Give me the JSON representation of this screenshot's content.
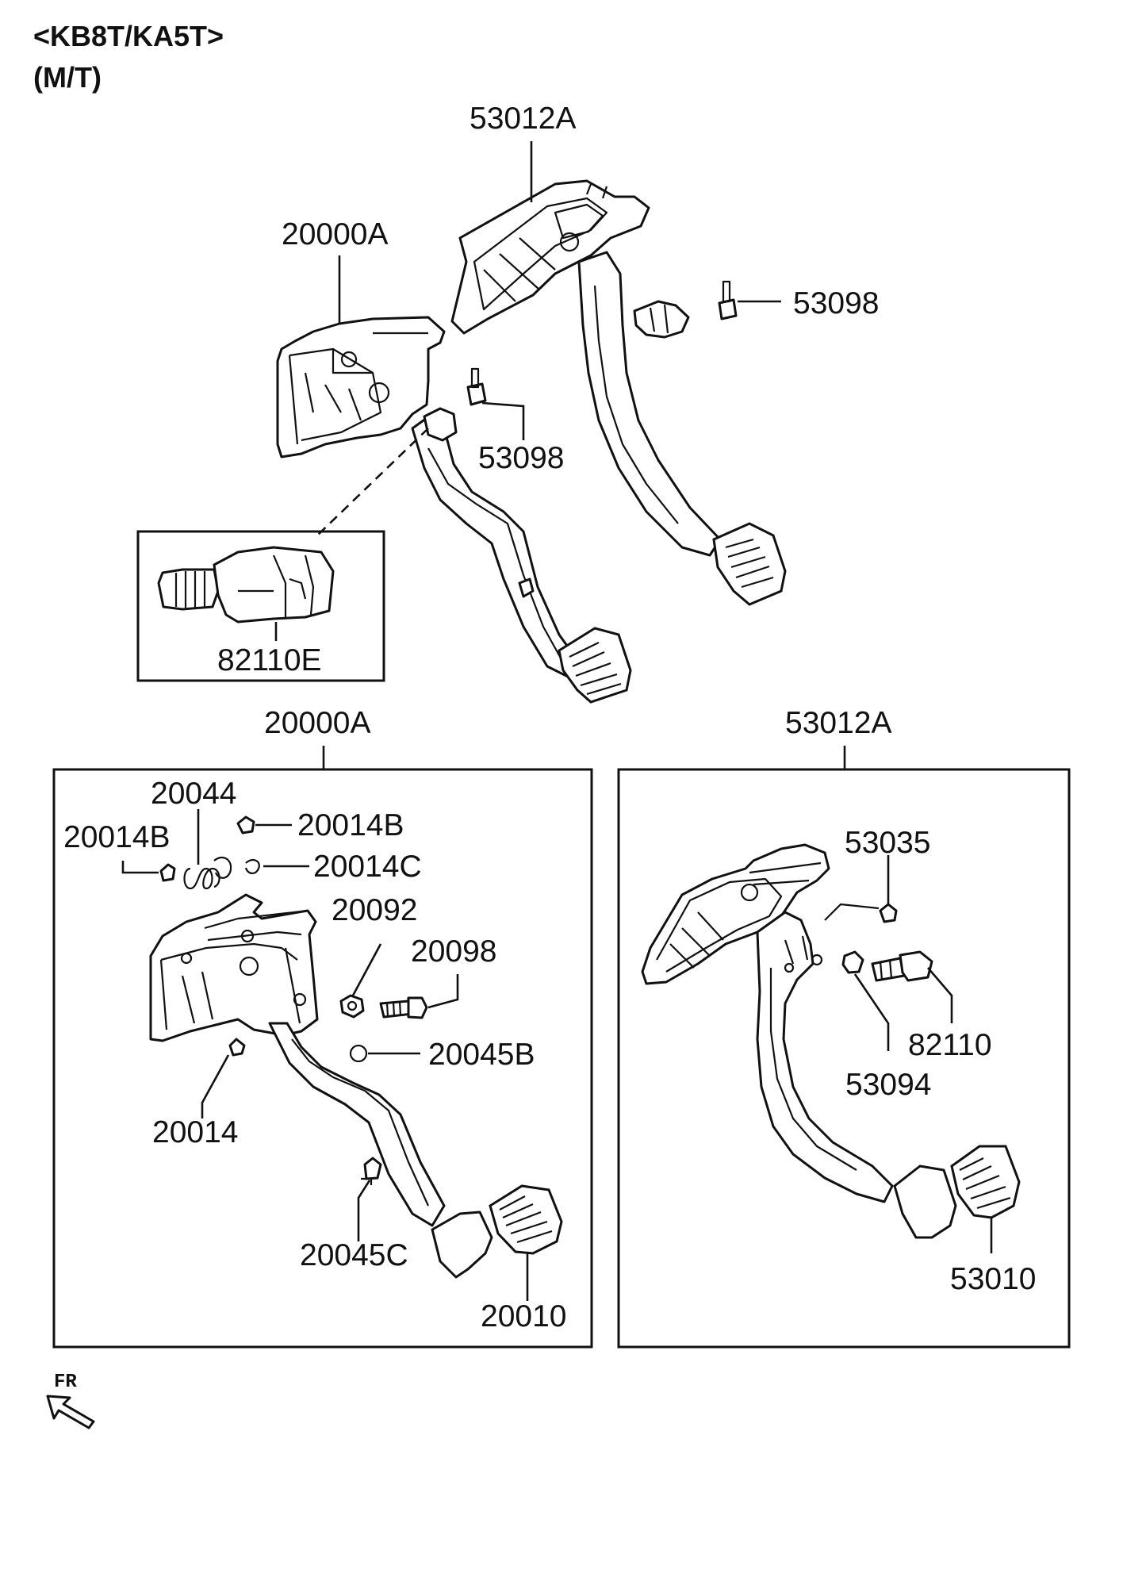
{
  "header": {
    "model": "<KB8T/KA5T>",
    "transmission": "(M/T)"
  },
  "labels": {
    "top_brake_assembly": "53012A",
    "top_clutch_assembly": "20000A",
    "top_bolt_right": "53098",
    "top_bolt_left": "53098",
    "switch_inset": "82110E",
    "clutch_box_title": "20000A",
    "brake_box_title": "53012A",
    "clutch_spring": "20044",
    "clutch_bushing_left": "20014B",
    "clutch_bushing_right": "20014B",
    "clutch_clip": "20014C",
    "clutch_nut": "20092",
    "clutch_bolt": "20098",
    "clutch_pin": "20045B",
    "clutch_bush": "20014",
    "clutch_stopper": "20045C",
    "clutch_pad": "20010",
    "brake_stopper": "53035",
    "brake_switch": "82110",
    "brake_nut": "53094",
    "brake_pad": "53010"
  },
  "direction": {
    "text": "FR",
    "icon": "front-direction-arrow-icon"
  }
}
